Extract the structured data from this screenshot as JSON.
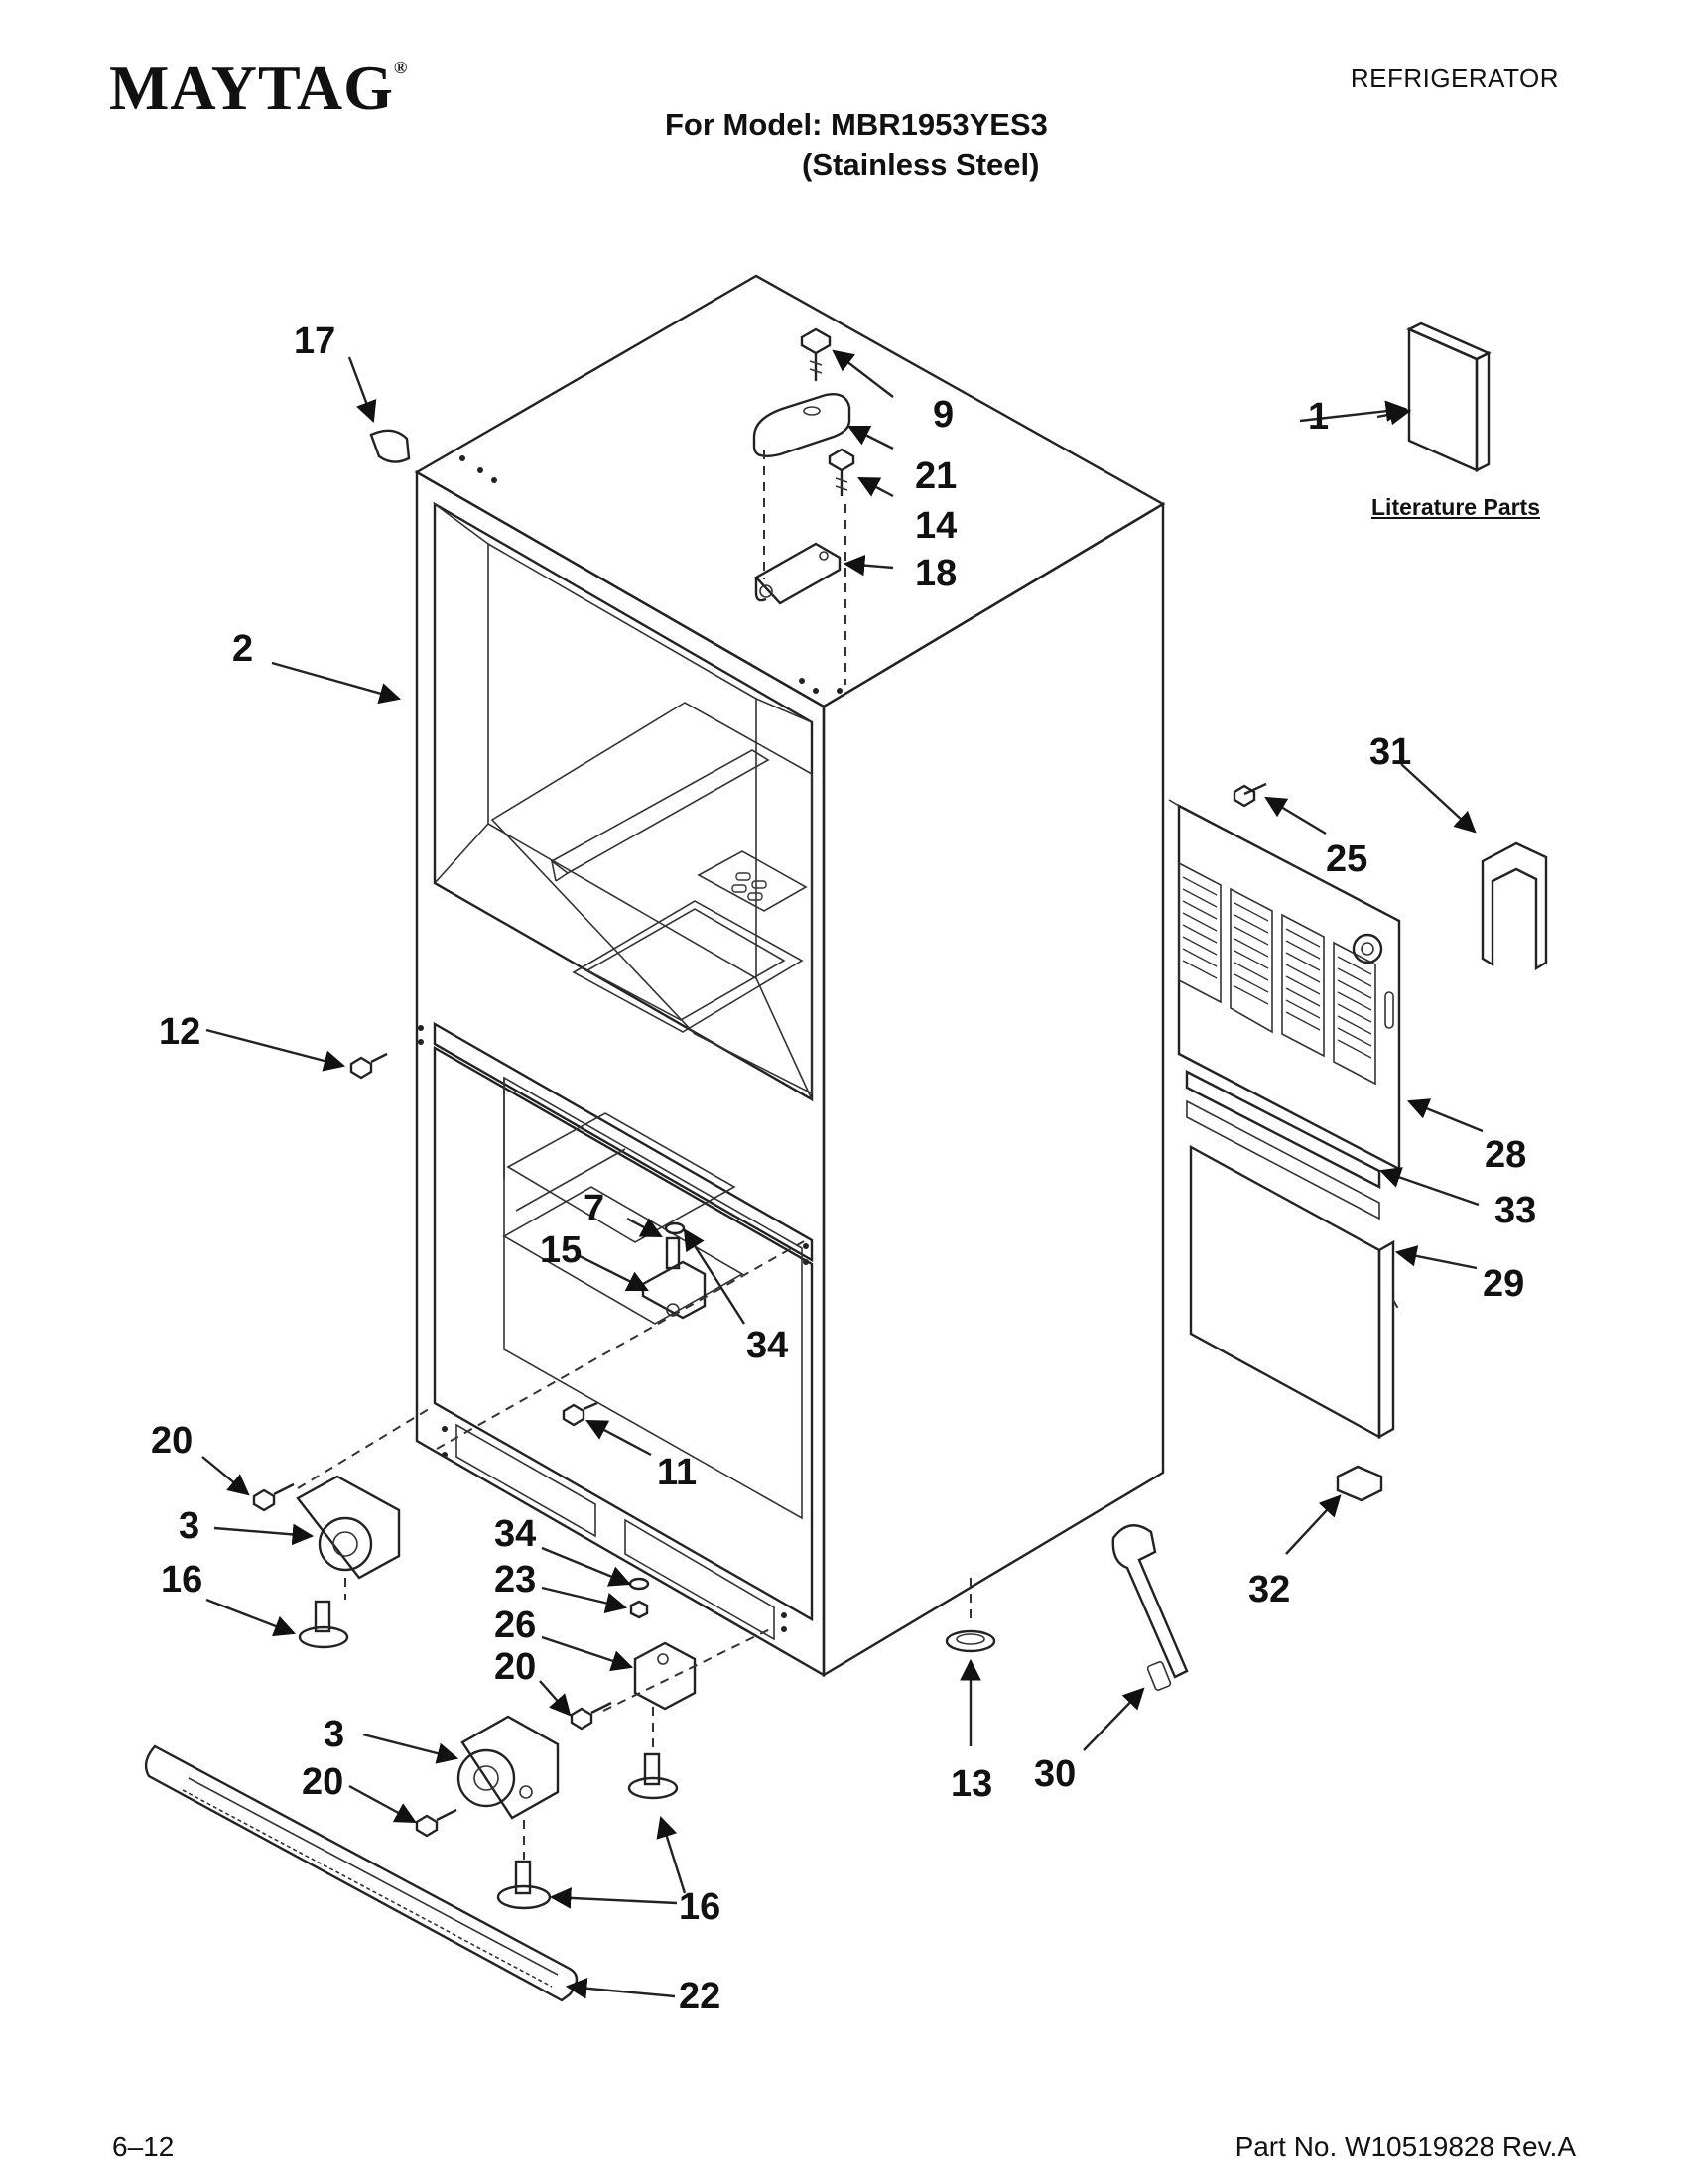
{
  "header": {
    "brand": "MAYTAG",
    "brand_mark": "®",
    "doc_type": "REFRIGERATOR",
    "model_line": "For Model: MBR1953YES3",
    "model_variant": "(Stainless Steel)"
  },
  "literature_label": "Literature Parts",
  "callouts": [
    {
      "id": "c1",
      "label": "1"
    },
    {
      "id": "c2",
      "label": "2"
    },
    {
      "id": "c3a",
      "label": "3"
    },
    {
      "id": "c3b",
      "label": "3"
    },
    {
      "id": "c7",
      "label": "7"
    },
    {
      "id": "c9",
      "label": "9"
    },
    {
      "id": "c11",
      "label": "11"
    },
    {
      "id": "c12",
      "label": "12"
    },
    {
      "id": "c13",
      "label": "13"
    },
    {
      "id": "c14",
      "label": "14"
    },
    {
      "id": "c15",
      "label": "15"
    },
    {
      "id": "c16a",
      "label": "16"
    },
    {
      "id": "c16b",
      "label": "16"
    },
    {
      "id": "c17",
      "label": "17"
    },
    {
      "id": "c18",
      "label": "18"
    },
    {
      "id": "c20a",
      "label": "20"
    },
    {
      "id": "c20b",
      "label": "20"
    },
    {
      "id": "c20c",
      "label": "20"
    },
    {
      "id": "c21",
      "label": "21"
    },
    {
      "id": "c22",
      "label": "22"
    },
    {
      "id": "c23",
      "label": "23"
    },
    {
      "id": "c25",
      "label": "25"
    },
    {
      "id": "c26",
      "label": "26"
    },
    {
      "id": "c28",
      "label": "28"
    },
    {
      "id": "c29",
      "label": "29"
    },
    {
      "id": "c30",
      "label": "30"
    },
    {
      "id": "c31",
      "label": "31"
    },
    {
      "id": "c32",
      "label": "32"
    },
    {
      "id": "c33",
      "label": "33"
    },
    {
      "id": "c34a",
      "label": "34"
    },
    {
      "id": "c34b",
      "label": "34"
    }
  ],
  "footer": {
    "page": "6–12",
    "part_number": "Part No. W10519828 Rev.A"
  }
}
